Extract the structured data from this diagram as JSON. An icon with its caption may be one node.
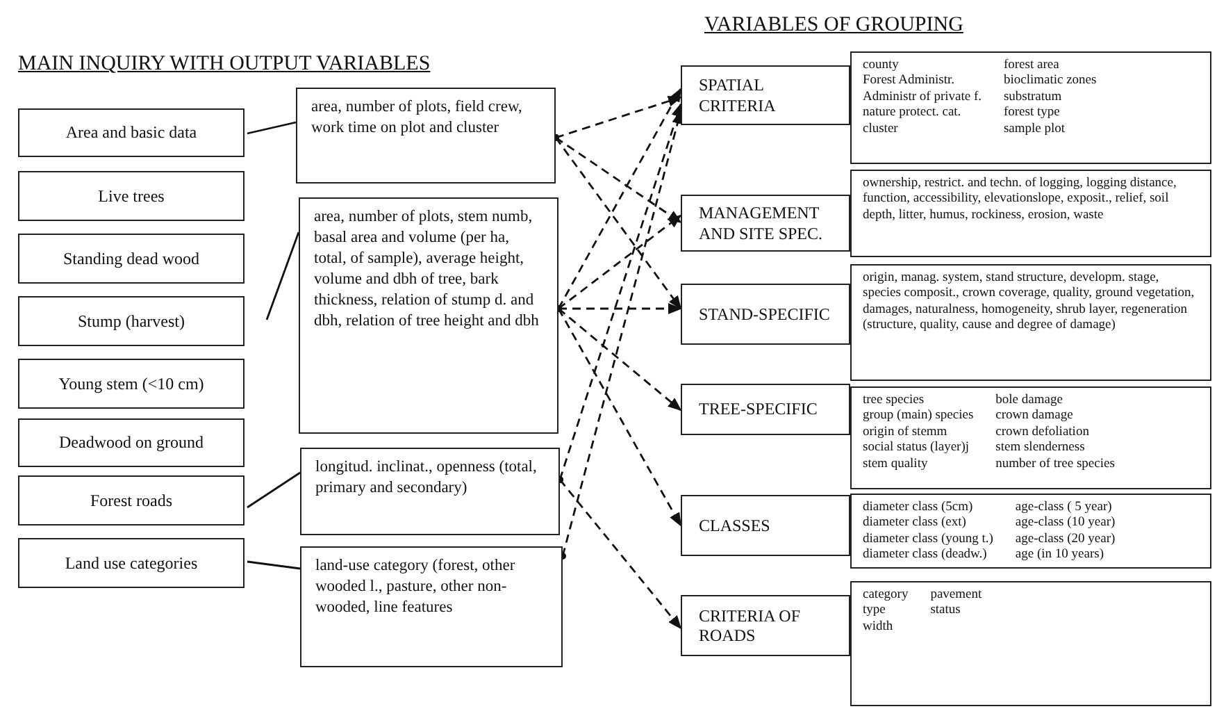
{
  "diagram": {
    "title": "MAIN INQUIRY WITH OUTPUT VARIABLES",
    "nodes": [
      {
        "text": [
          "Area and basic data"
        ]
      },
      {
        "text": [
          "Live trees"
        ]
      },
      {
        "text": [
          "Standing dead wood"
        ]
      },
      {
        "text": [
          "Stump (harvest)"
        ]
      },
      {
        "text": [
          "Young stem (<10 cm)"
        ]
      },
      {
        "text": [
          "Deadwood on ground"
        ]
      },
      {
        "text": [
          "Forest roads"
        ]
      },
      {
        "text": [
          "Land use categories"
        ]
      },
      {
        "text": [
          "area, number of plots, field crew, work time on plot and cluster"
        ]
      },
      {
        "text": [
          "area, number of plots, stem numb, basal area and volume (per ha, total, of sample), average height, volume and dbh of tree, bark thickness, relation of stump d. and dbh, relation of tree height and dbh"
        ]
      },
      {
        "text": [
          "longitud. inclinat., openness (total, primary and secondary)"
        ]
      },
      {
        "text": [
          "land-use category (forest, other wooded l., pasture, other non-wooded, line features"
        ]
      },
      {
        "text": [
          "SPATIAL CRITERIA"
        ]
      },
      {
        "text": [
          "county",
          "Forest Administr.",
          "Administr of private f.",
          "nature protect. cat.",
          "cluster",
          "forest area",
          "bioclimatic zones",
          "substratum",
          "forest type",
          "sample plot"
        ]
      },
      {
        "text": [
          "MANAGEMENT AND SITE SPEC."
        ]
      },
      {
        "text": [
          "ownership, restrict. and techn. of logging, logging distance, function, accessibility, elevationslope, exposit., relief, soil depth, litter, humus, rockiness, erosion, waste"
        ]
      },
      {
        "text": [
          "STAND-SPECIFIC"
        ]
      },
      {
        "text": [
          "origin, manag. system, stand structure, developm. stage, species composit., crown coverage, quality, ground vegetation, damages, naturalness, homogeneity, shrub layer, regeneration (structure, quality, cause and degree of damage)"
        ]
      },
      {
        "text": [
          "TREE-SPECIFIC"
        ]
      },
      {
        "text": [
          "tree species",
          "group (main) species",
          "origin of stemm",
          "social status (layer)j",
          "stem quality",
          "bole damage",
          "crown damage",
          "crown defoliation",
          "stem slenderness",
          "number of tree species"
        ]
      },
      {
        "text": [
          "CLASSES"
        ]
      },
      {
        "text": [
          "diameter class (5cm)",
          "diameter class (ext)",
          "diameter class (young t.)",
          "diameter class (deadw.)",
          "age-class ( 5 year)",
          "age-class (10 year)",
          "age-class (20 year)",
          "age  (in 10 years)"
        ]
      },
      {
        "text": [
          "CRITERIA OF ROADS"
        ]
      },
      {
        "text": [
          "category",
          "type",
          "width",
          "pavement",
          "status"
        ]
      }
    ],
    "edges": [
      {
        "from": 0,
        "to": 8,
        "arrow": "none"
      },
      {
        "from": null,
        "to": 9,
        "arrow": "none"
      },
      {
        "from": 6,
        "to": 10,
        "arrow": "none"
      },
      {
        "from": 7,
        "to": 11,
        "arrow": "none"
      },
      {
        "from": 8,
        "to": 12,
        "arrow": "to",
        "style": "dashed"
      },
      {
        "from": 8,
        "to": 14,
        "arrow": "to",
        "style": "dashed"
      },
      {
        "from": 8,
        "to": 16,
        "arrow": "to",
        "style": "dashed"
      },
      {
        "from": 9,
        "to": 12,
        "arrow": "to",
        "style": "dashed"
      },
      {
        "from": 9,
        "to": 14,
        "arrow": "to",
        "style": "dashed"
      },
      {
        "from": 9,
        "to": 16,
        "arrow": "to",
        "style": "dashed"
      },
      {
        "from": 9,
        "to": 18,
        "arrow": "to",
        "style": "dashed"
      },
      {
        "from": 9,
        "to": 20,
        "arrow": "to",
        "style": "dashed"
      },
      {
        "from": 10,
        "to": 12,
        "arrow": "to",
        "style": "dashed"
      },
      {
        "from": 10,
        "to": 22,
        "arrow": "to",
        "style": "dashed"
      },
      {
        "from": 11,
        "to": 12,
        "arrow": "to",
        "style": "dashed"
      }
    ],
    "labels": [
      "VARIABLES OF GROUPING"
    ]
  }
}
